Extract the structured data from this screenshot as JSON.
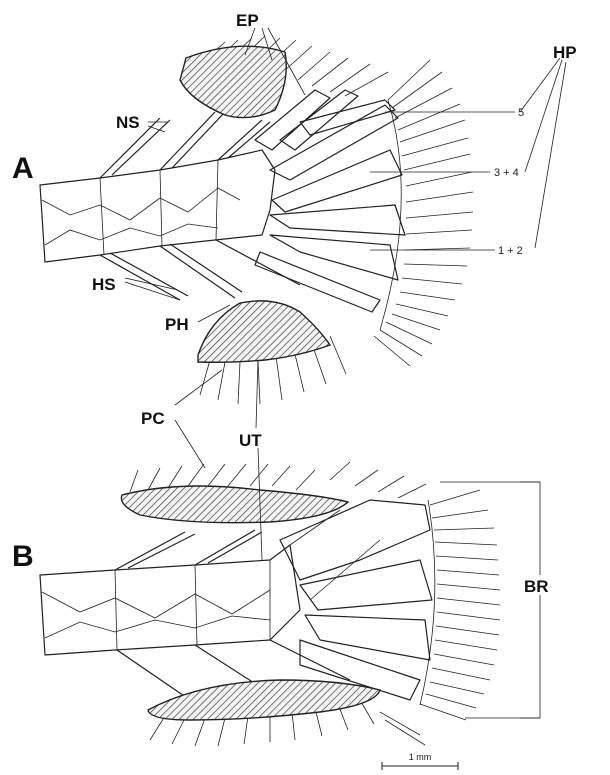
{
  "panels": {
    "a": "A",
    "b": "B"
  },
  "labels": {
    "ep": "EP",
    "hp": "HP",
    "ns": "NS",
    "hs": "HS",
    "ph": "PH",
    "pc": "PC",
    "ut": "UT",
    "br": "BR"
  },
  "hypural_numbers": {
    "h5": "5",
    "h34": "3 + 4",
    "h12": "1 + 2"
  },
  "scale_bar": "1 mm"
}
